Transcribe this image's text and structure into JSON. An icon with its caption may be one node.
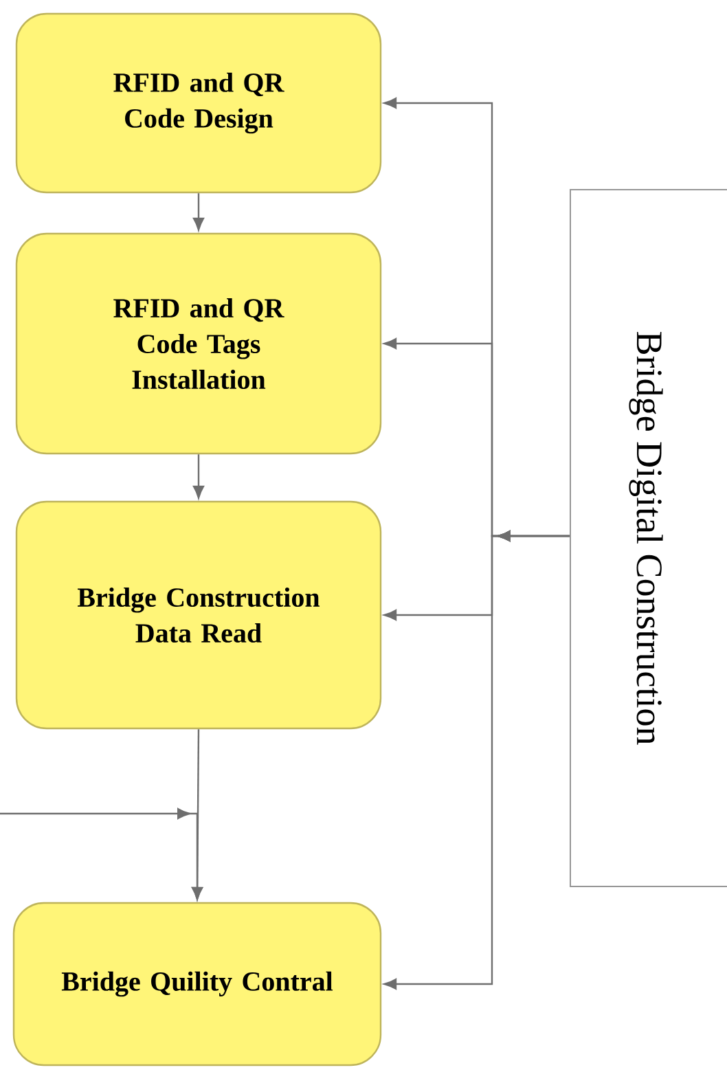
{
  "diagram": {
    "nodes": [
      {
        "text": [
          "RFID and QR Code Design"
        ]
      },
      {
        "text": [
          "RFID and QR Code Tags Installation"
        ]
      },
      {
        "text": [
          "Bridge Construction Data Read"
        ]
      },
      {
        "text": [
          "Bridge Quility Contral"
        ]
      },
      {
        "text": [
          "Bridge Digital Construction"
        ]
      }
    ],
    "edges": [
      {
        "from": 0,
        "to": 1,
        "arrow": "to"
      },
      {
        "from": 1,
        "to": 2,
        "arrow": "to"
      },
      {
        "from": 2,
        "to": 3,
        "arrow": "to"
      },
      {
        "from": 4,
        "to": 0,
        "arrow": "to"
      },
      {
        "from": 4,
        "to": 1,
        "arrow": "to"
      },
      {
        "from": 4,
        "to": 2,
        "arrow": "to"
      },
      {
        "from": 4,
        "to": 3,
        "arrow": "to"
      },
      {
        "from": null,
        "to": 3,
        "arrow": "to"
      }
    ]
  }
}
